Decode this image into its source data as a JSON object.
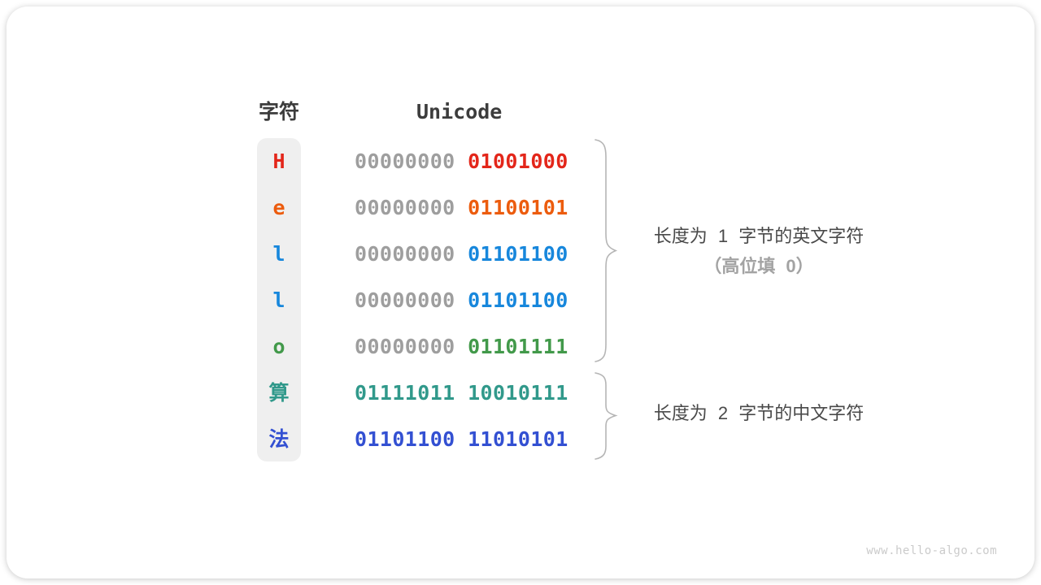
{
  "header": {
    "char_col": "字符",
    "unicode_col": "Unicode"
  },
  "rows": [
    {
      "char": "H",
      "char_color": "#e3261a",
      "byte1": "00000000",
      "byte1_color": "#9e9e9e",
      "byte2": "01001000",
      "byte2_color": "#e3261a"
    },
    {
      "char": "e",
      "char_color": "#ec5c0e",
      "byte1": "00000000",
      "byte1_color": "#9e9e9e",
      "byte2": "01100101",
      "byte2_color": "#ec5c0e"
    },
    {
      "char": "l",
      "char_color": "#1787dc",
      "byte1": "00000000",
      "byte1_color": "#9e9e9e",
      "byte2": "01101100",
      "byte2_color": "#1787dc"
    },
    {
      "char": "l",
      "char_color": "#1787dc",
      "byte1": "00000000",
      "byte1_color": "#9e9e9e",
      "byte2": "01101100",
      "byte2_color": "#1787dc"
    },
    {
      "char": "o",
      "char_color": "#42994a",
      "byte1": "00000000",
      "byte1_color": "#9e9e9e",
      "byte2": "01101111",
      "byte2_color": "#42994a"
    },
    {
      "char": "算",
      "char_color": "#31998b",
      "byte1": "01111011",
      "byte1_color": "#31998b",
      "byte2": "10010111",
      "byte2_color": "#31998b"
    },
    {
      "char": "法",
      "char_color": "#3350d2",
      "byte1": "01101100",
      "byte1_color": "#3350d2",
      "byte2": "11010101",
      "byte2_color": "#3350d2"
    }
  ],
  "annotations": {
    "group1_line1": "长度为 1 字节的英文字符",
    "group1_line2": "（高位填 0）",
    "group2": "长度为 2 字节的中文字符"
  },
  "watermark": "www.hello-algo.com",
  "colors": {
    "header_text": "#3c3c3c",
    "column_bg": "#efefef",
    "gray_zero": "#9e9e9e",
    "brace": "#b5b5b5",
    "annotation_text": "#4a4a4a",
    "annotation_muted": "#a3a3a3",
    "watermark": "#cbcbcb"
  }
}
